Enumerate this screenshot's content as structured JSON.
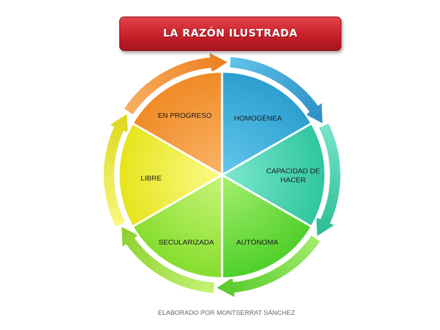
{
  "title": "LA RAZÓN ILUSTRADA",
  "footer": "ELABORADO POR MONTSERRAT SÁNCHEZ",
  "segments": [
    {
      "label_lines": [
        "HOMOGÉNEA"
      ],
      "color": "#2b9fd0",
      "color_light": "#63c7ec",
      "arrow": "#2e8fc4"
    },
    {
      "label_lines": [
        "CAPACIDAD DE",
        "HACER"
      ],
      "color": "#2fc6a0",
      "color_light": "#7ee8cf",
      "arrow": "#2bbd97"
    },
    {
      "label_lines": [
        "AUTÓNOMA"
      ],
      "color": "#4fd02a",
      "color_light": "#a8ef70",
      "arrow": "#57c92a"
    },
    {
      "label_lines": [
        "SECULARIZADA"
      ],
      "color": "#86dd2e",
      "color_light": "#c9f57a",
      "arrow": "#8dd12f"
    },
    {
      "label_lines": [
        "LIBRE"
      ],
      "color": "#e6e41c",
      "color_light": "#fbfb8a",
      "arrow": "#dcd81e"
    },
    {
      "label_lines": [
        "EN PROGRESO"
      ],
      "color": "#f08a26",
      "color_light": "#f9b468",
      "arrow": "#ec7f22"
    }
  ]
}
